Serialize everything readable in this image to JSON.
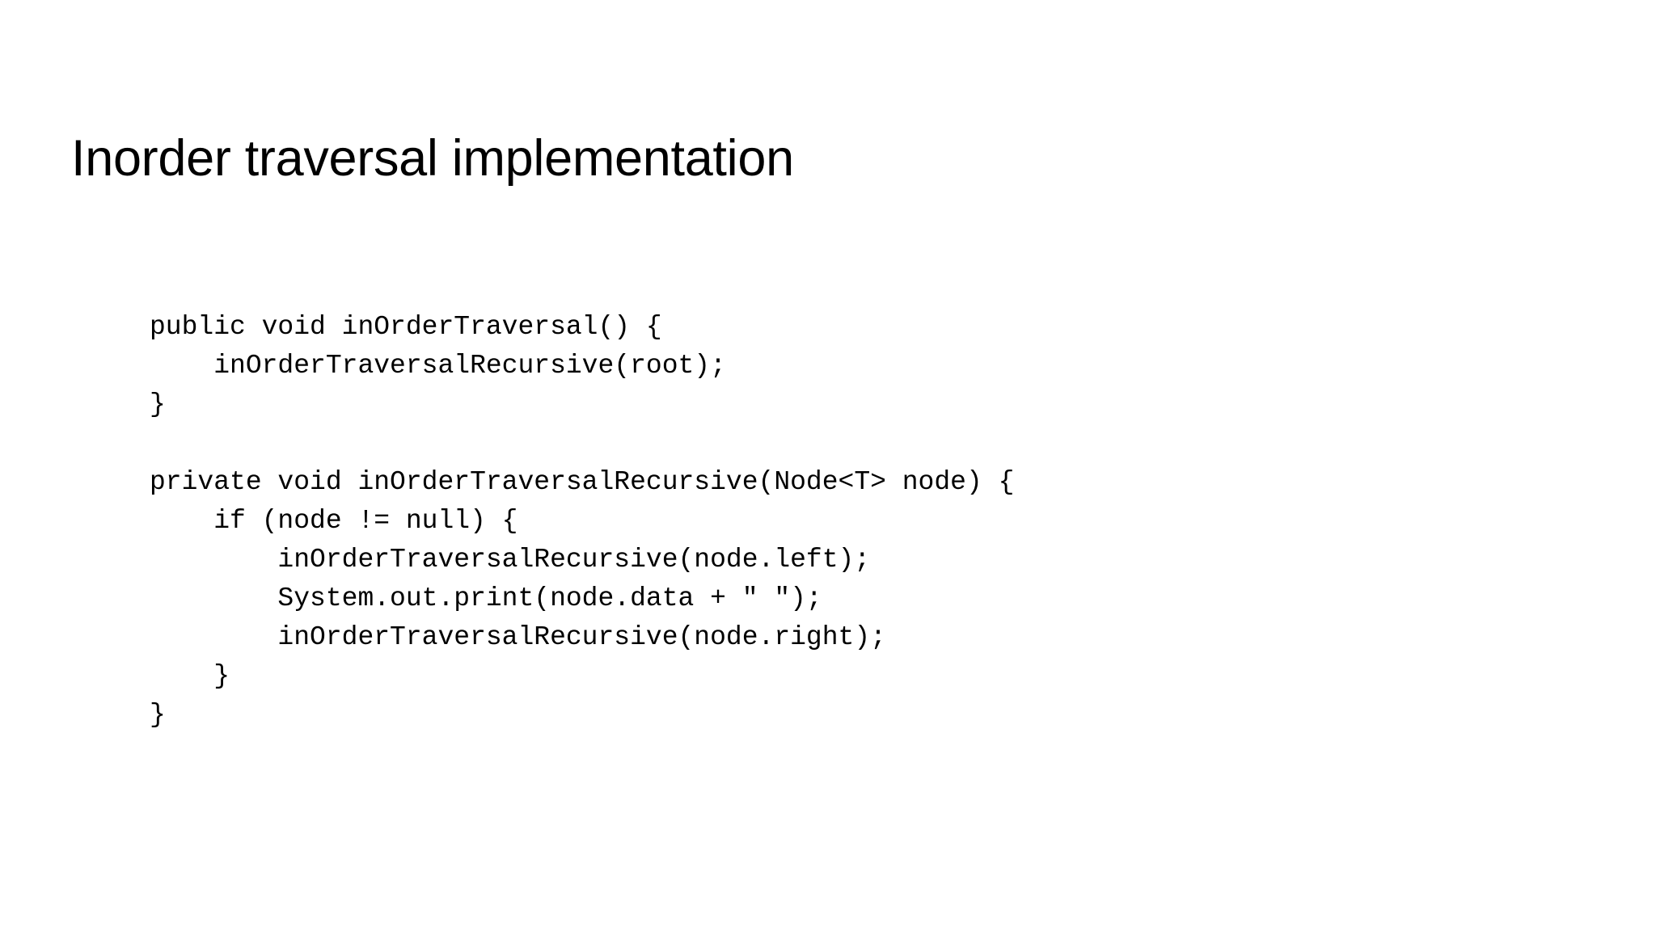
{
  "slide": {
    "title": "Inorder traversal implementation",
    "background_color": "#ffffff",
    "text_color": "#000000"
  },
  "code": {
    "language": "java",
    "lines": [
      "public void inOrderTraversal() {",
      "    inOrderTraversalRecursive(root);",
      "}",
      "",
      "private void inOrderTraversalRecursive(Node<T> node) {",
      "    if (node != null) {",
      "        inOrderTraversalRecursive(node.left);",
      "        System.out.print(node.data + \" \");",
      "        inOrderTraversalRecursive(node.right);",
      "    }",
      "}"
    ]
  }
}
